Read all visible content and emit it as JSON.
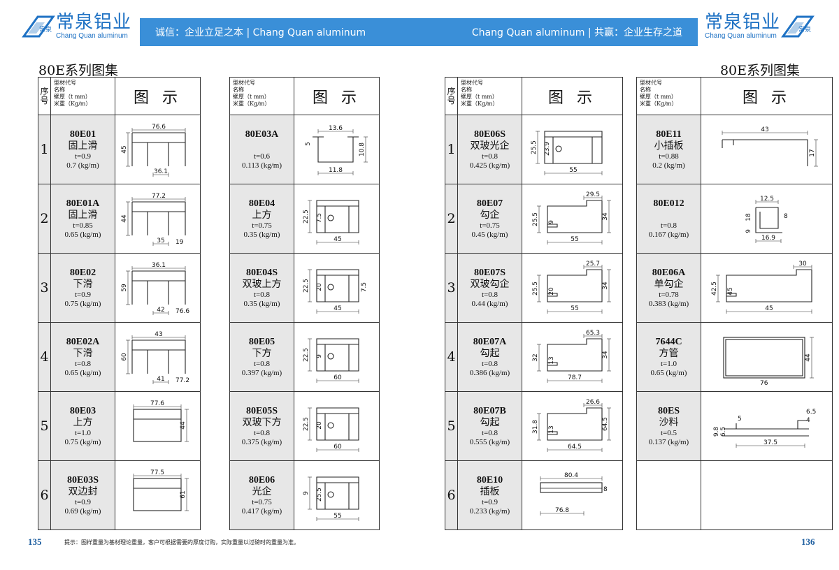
{
  "brand": {
    "cn": "常泉铝业",
    "en": "Chang Quan aluminum",
    "badge": "常泉"
  },
  "header": {
    "left": "诚信：企业立足之本 | Chang Quan aluminum",
    "right": "Chang Quan aluminum | 共赢：企业生存之道"
  },
  "page_title": "80E系列图集",
  "table_head": {
    "seq": "序号",
    "cols": [
      "型材代号",
      "名称",
      "壁厚（t mm）",
      "米重（Kg/m）"
    ],
    "fig": "图 示"
  },
  "tables": [
    {
      "rows": [
        {
          "seq": "1",
          "code": "80E01",
          "name": "固上滑",
          "t": "t=0.9",
          "w": "0.7 (kg/m)",
          "dims": [
            "76.6",
            "45",
            "36.1"
          ]
        },
        {
          "seq": "2",
          "code": "80E01A",
          "name": "固上滑",
          "t": "t=0.85",
          "w": "0.65 (kg/m)",
          "dims": [
            "77.2",
            "44",
            "35",
            "19"
          ]
        },
        {
          "seq": "3",
          "code": "80E02",
          "name": "下滑",
          "t": "t=0.9",
          "w": "0.75 (kg/m)",
          "dims": [
            "36.1",
            "59",
            "42",
            "76.6"
          ]
        },
        {
          "seq": "4",
          "code": "80E02A",
          "name": "下滑",
          "t": "t=0.8",
          "w": "0.65 (kg/m)",
          "dims": [
            "43",
            "60",
            "41",
            "77.2"
          ]
        },
        {
          "seq": "5",
          "code": "80E03",
          "name": "上方",
          "t": "t=1.0",
          "w": "0.75 (kg/m)",
          "dims": [
            "77.6",
            "44"
          ]
        },
        {
          "seq": "6",
          "code": "80E03S",
          "name": "双边封",
          "t": "t=0.9",
          "w": "0.69 (kg/m)",
          "dims": [
            "77.5",
            "61"
          ]
        }
      ]
    },
    {
      "rows": [
        {
          "code": "80E03A",
          "name": "",
          "t": "t=0.6",
          "w": "0.113 (kg/m)",
          "dims": [
            "13.6",
            "5",
            "10.8",
            "11.8"
          ]
        },
        {
          "code": "80E04",
          "name": "上方",
          "t": "t=0.75",
          "w": "0.35 (kg/m)",
          "dims": [
            "22.5",
            "7.5",
            "45"
          ]
        },
        {
          "code": "80E04S",
          "name": "双玻上方",
          "t": "t=0.8",
          "w": "0.35 (kg/m)",
          "dims": [
            "22.5",
            "20",
            "7.5",
            "45"
          ]
        },
        {
          "code": "80E05",
          "name": "下方",
          "t": "t=0.8",
          "w": "0.397 (kg/m)",
          "dims": [
            "22.5",
            "9",
            "60"
          ]
        },
        {
          "code": "80E05S",
          "name": "双玻下方",
          "t": "t=0.8",
          "w": "0.375 (kg/m)",
          "dims": [
            "22.5",
            "20",
            "60"
          ]
        },
        {
          "code": "80E06",
          "name": "光企",
          "t": "t=0.75",
          "w": "0.417 (kg/m)",
          "dims": [
            "9",
            "25.5",
            "55"
          ]
        }
      ]
    },
    {
      "rows": [
        {
          "seq": "1",
          "code": "80E06S",
          "name": "双玻光企",
          "t": "t=0.8",
          "w": "0.425 (kg/m)",
          "dims": [
            "25.5",
            "23.9",
            "55"
          ]
        },
        {
          "seq": "2",
          "code": "80E07",
          "name": "勾企",
          "t": "t=0.75",
          "w": "0.45 (kg/m)",
          "dims": [
            "29.5",
            "25.5",
            "9",
            "34",
            "55"
          ]
        },
        {
          "seq": "3",
          "code": "80E07S",
          "name": "双玻勾企",
          "t": "t=0.8",
          "w": "0.44 (kg/m)",
          "dims": [
            "25.7",
            "25.5",
            "20",
            "34",
            "55"
          ]
        },
        {
          "seq": "4",
          "code": "80E07A",
          "name": "勾起",
          "t": "t=0.8",
          "w": "0.386 (kg/m)",
          "dims": [
            "65.3",
            "32",
            "13",
            "34",
            "78.7"
          ]
        },
        {
          "seq": "5",
          "code": "80E07B",
          "name": "勾起",
          "t": "t=0.8",
          "w": "0.555 (kg/m)",
          "dims": [
            "26.6",
            "31.8",
            "13",
            "64.5"
          ]
        },
        {
          "seq": "6",
          "code": "80E10",
          "name": "插板",
          "t": "t=0.9",
          "w": "0.233 (kg/m)",
          "dims": [
            "80.4",
            "8",
            "76.8"
          ]
        }
      ]
    },
    {
      "rows": [
        {
          "code": "80E11",
          "name": "小插板",
          "t": "t=0.88",
          "w": "0.2 (kg/m)",
          "dims": [
            "43",
            "17"
          ]
        },
        {
          "code": "80E012",
          "name": "",
          "t": "t=0.8",
          "w": "0.167 (kg/m)",
          "dims": [
            "12.5",
            "18",
            "8",
            "9",
            "16.9"
          ]
        },
        {
          "code": "80E06A",
          "name": "单勾企",
          "t": "t=0.78",
          "w": "0.383 (kg/m)",
          "dims": [
            "30",
            "42.5",
            "45"
          ]
        },
        {
          "code": "7644C",
          "name": "方管",
          "t": "t=1.0",
          "w": "0.65 (kg/m)",
          "dims": [
            "44",
            "76"
          ]
        },
        {
          "code": "80ES",
          "name": "沙料",
          "t": "t=0.5",
          "w": "0.137 (kg/m)",
          "dims": [
            "5",
            "6.5",
            "4",
            "9.8",
            "6.5",
            "37.5"
          ]
        },
        null
      ]
    }
  ],
  "footer": {
    "page_left": "135",
    "page_right": "136",
    "note": "提示：图样重量为基材理论重量，客户可根据需要的厚度订购，实际重量以过磅时的重量为准。"
  }
}
